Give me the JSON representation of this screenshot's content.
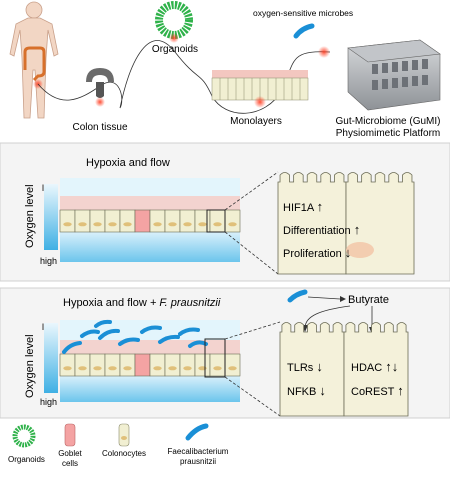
{
  "top": {
    "colon_tissue": "Colon tissue",
    "organoids": "Organoids",
    "monolayers": "Monolayers",
    "microbes": "oxygen-sensitive microbes",
    "platform_line1": "Gut-Microbiome (GuMI)",
    "platform_line2": "Physiomimetic Platform"
  },
  "panel1": {
    "title": "Hypoxia and flow",
    "low": "low",
    "high": "high",
    "axis": "Oxygen level",
    "effects": [
      {
        "label": "HIF1A",
        "arrow": "↑"
      },
      {
        "label": "Differentiation",
        "arrow": "↑"
      },
      {
        "label": "Proliferation",
        "arrow": "↓"
      }
    ]
  },
  "panel2": {
    "title": "Hypoxia and flow",
    "title_species": "+ F. prausnitzii",
    "low": "low",
    "high": "high",
    "axis": "Oxygen level",
    "butyrate": "Butyrate",
    "left_cell": [
      {
        "label": "TLRs",
        "arrow": "↓"
      },
      {
        "label": "NFKB",
        "arrow": "↓"
      }
    ],
    "right_cell": [
      {
        "label": "HDAC",
        "arrow": "↑↓"
      },
      {
        "label": "CoREST",
        "arrow": "↑"
      }
    ]
  },
  "legend": [
    {
      "label": "Organoids"
    },
    {
      "label": "Goblet cells",
      "line1": "Goblet",
      "line2": "cells"
    },
    {
      "label": "Colonocytes"
    },
    {
      "label": "Faecalibacterium prausnitzii",
      "line1": "Faecalibacterium",
      "line2": "prausnitzii"
    }
  ],
  "colors": {
    "cell_fill": "#f1efd2",
    "goblet_fill": "#f4a3a3",
    "bacteria": "#1a8fd6",
    "organoid": "#2fb24a",
    "oxygen_low": "#e8f6fc",
    "oxygen_high": "#4fb8e6",
    "panel_bg": "#f4f4f4"
  }
}
